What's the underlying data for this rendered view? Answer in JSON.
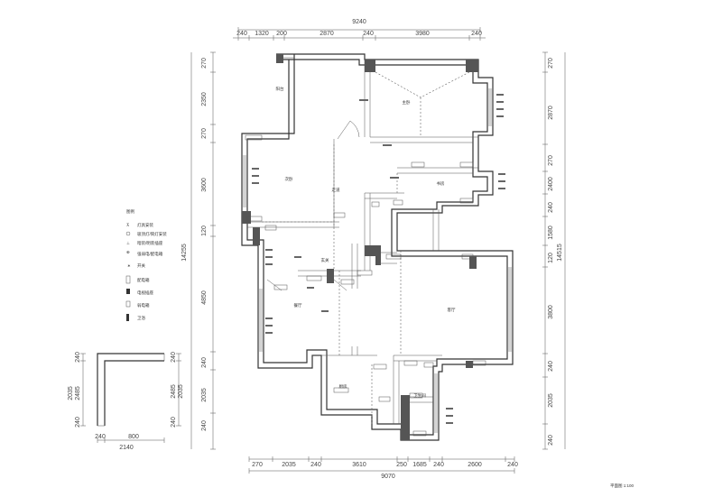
{
  "top_dims": {
    "total": "9240",
    "segments": [
      "240",
      "1320",
      "200",
      "2870",
      "240",
      "3980",
      "240"
    ]
  },
  "bottom_dims": {
    "total": "9070",
    "segments": [
      "270",
      "2035",
      "240",
      "3610",
      "250",
      "1685",
      "240",
      "2600",
      "240"
    ]
  },
  "left_dims": {
    "total": "14255",
    "segments": [
      "270",
      "2350",
      "270",
      "3600",
      "120",
      "4850",
      "240",
      "2035",
      "240"
    ]
  },
  "right_dims": {
    "total": "14515",
    "segments": [
      "270",
      "2870",
      "270",
      "2400",
      "240",
      "1580",
      "120",
      "3800",
      "240",
      "2035",
      "240"
    ]
  },
  "detail_dims": {
    "bottom_total": "2140",
    "bottom_segments": [
      "240",
      "800"
    ],
    "left_segments": [
      "240",
      "2035",
      "2485",
      "240"
    ],
    "right_segments": [
      "240",
      "2485",
      "2035",
      "240"
    ]
  },
  "legend": {
    "title": "图例",
    "items": [
      "灯具安装",
      "吸顶灯/筒灯安装",
      "暗装/明装插座",
      "强弱电/配电箱",
      "开关",
      "配电箱",
      "电视插座",
      "弱电箱",
      "卫浴"
    ]
  },
  "scale_note": "平面图 1:100",
  "room_labels": [
    "主卧",
    "次卧",
    "客厅",
    "餐厅",
    "厨房",
    "卫生间",
    "书房",
    "阳台",
    "走道",
    "玄关"
  ]
}
